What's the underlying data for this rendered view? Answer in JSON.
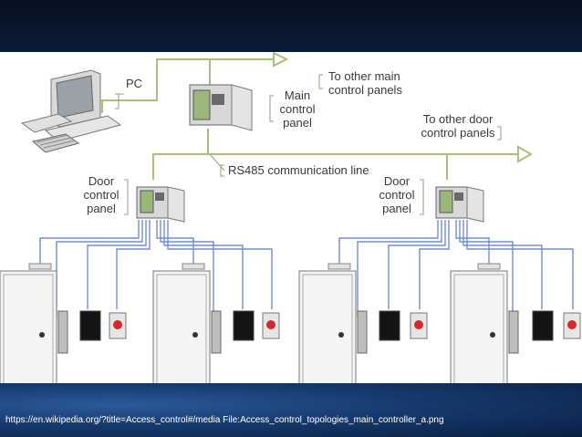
{
  "labels": {
    "pc": "PC",
    "main_control_panel": [
      "Main",
      "control",
      "panel"
    ],
    "to_other_main": [
      "To other main",
      "control panels"
    ],
    "to_other_door": [
      "To other door",
      "control panels"
    ],
    "rs485": "RS485 communication line",
    "door_control_panel_left": [
      "Door",
      "control",
      "panel"
    ],
    "door_control_panel_right": [
      "Door",
      "control",
      "panel"
    ]
  },
  "source_url": "https://en.wikipedia.org/?title=Access_control#/media File:Access_control_topologies_main_controller_a.png",
  "colors": {
    "data_line": "#a8c07a",
    "wire_line": "#6f8fcf",
    "leader_line": "#8f9f7f",
    "label_text": "#3a3a3a",
    "exit_button": "#d8262a"
  }
}
